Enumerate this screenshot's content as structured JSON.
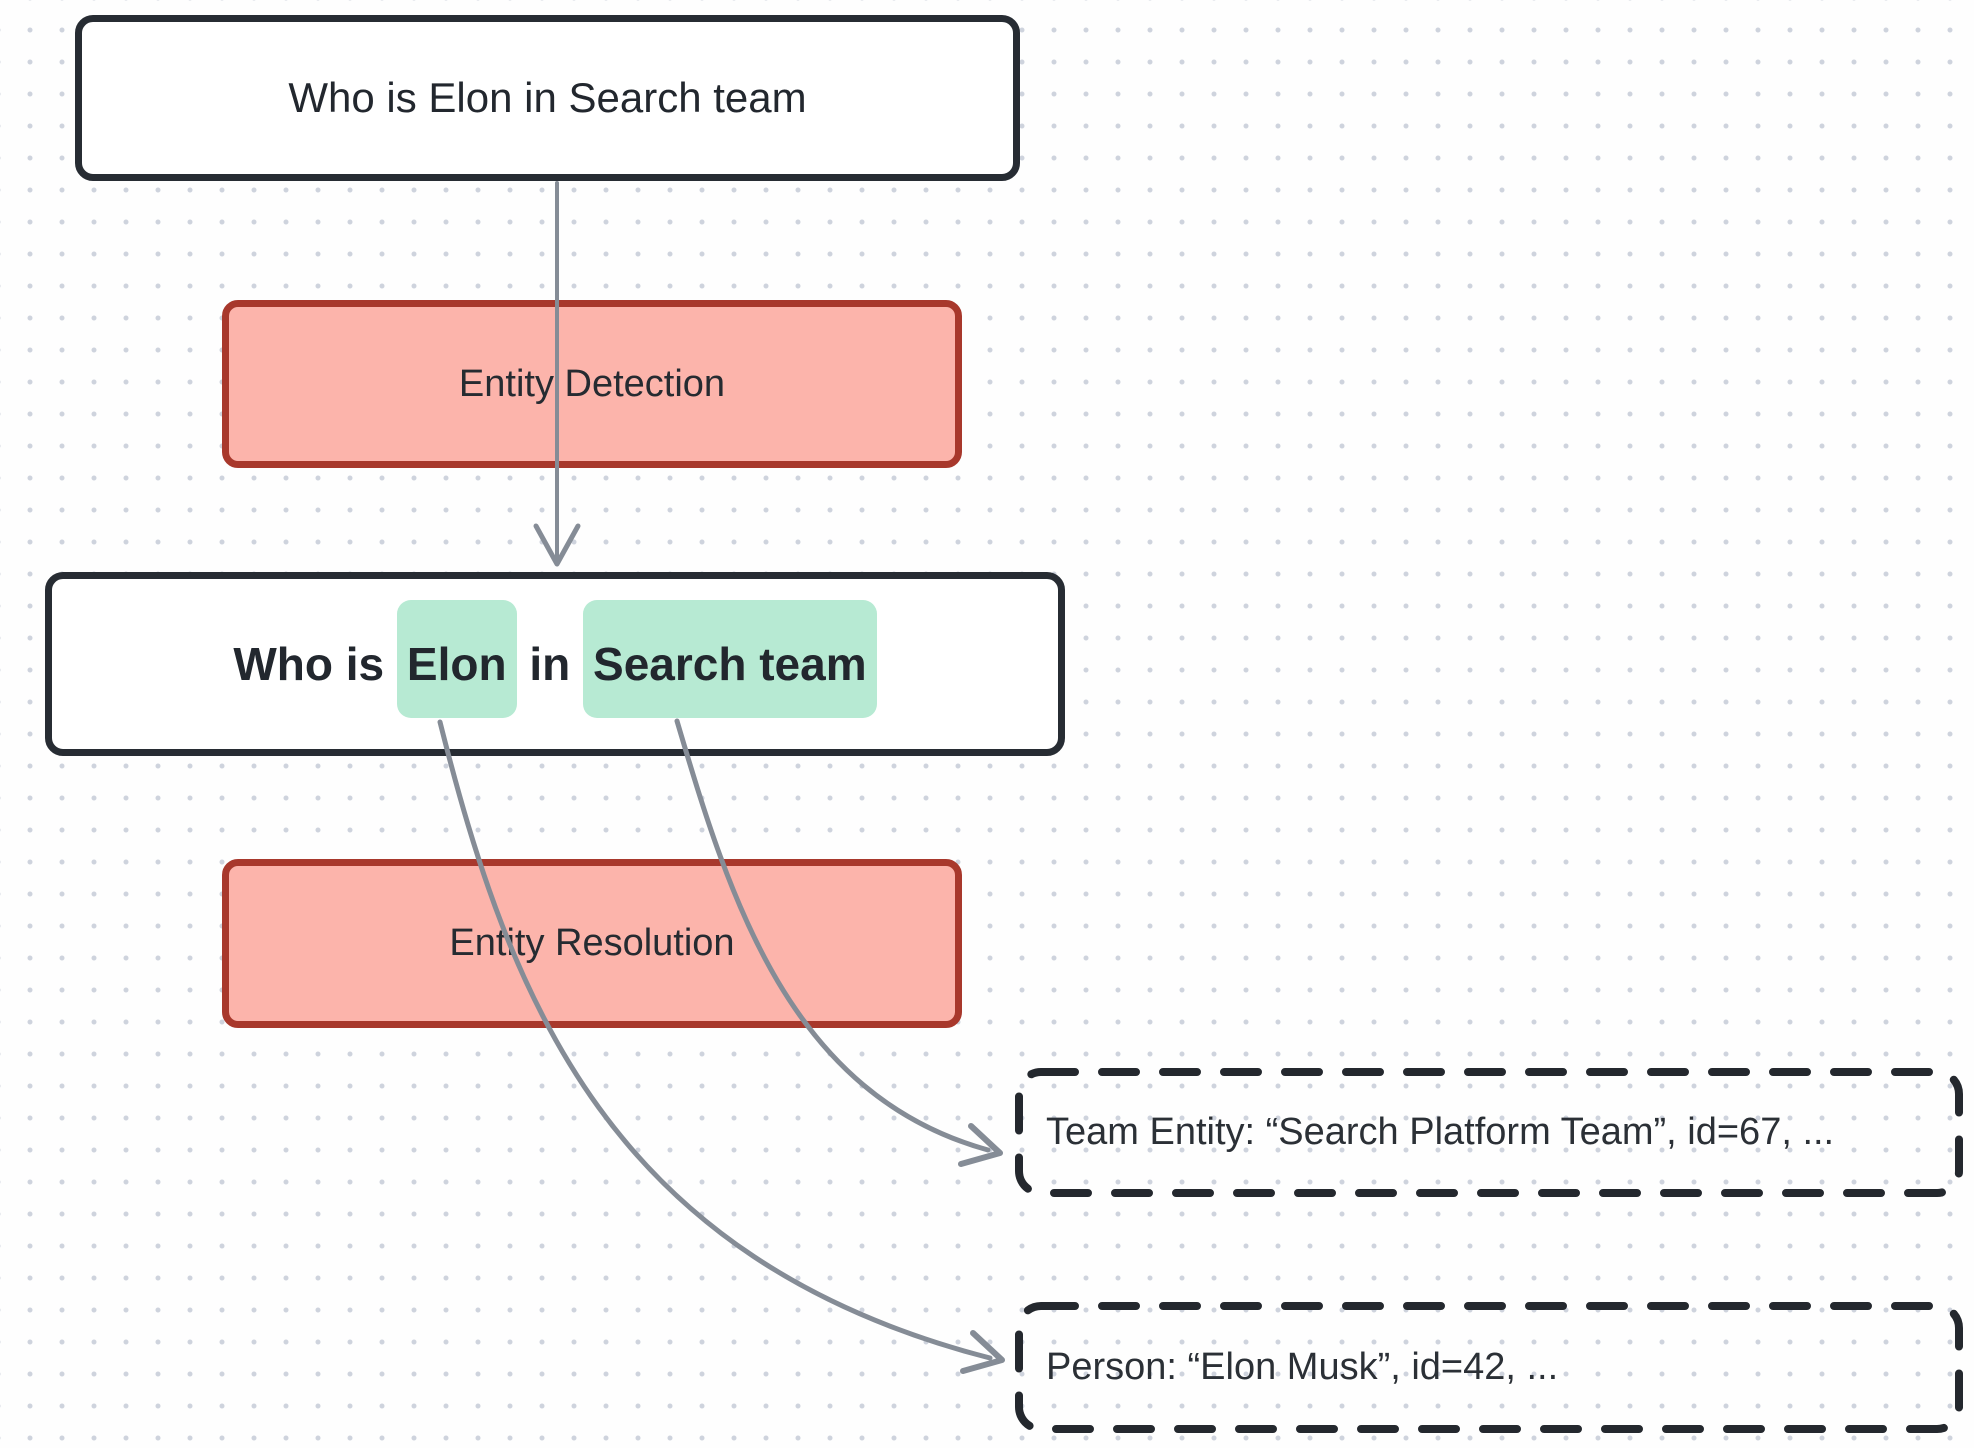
{
  "diagram": {
    "title_hint": "entity detection and resolution flow",
    "query_original": {
      "text": "Who is Elon in Search team"
    },
    "stage_detection": {
      "label": "Entity Detection"
    },
    "query_annotated": {
      "prefix": "Who is ",
      "entity_person": "Elon",
      "middle": " in ",
      "entity_team": "Search team"
    },
    "stage_resolution": {
      "label": "Entity Resolution"
    },
    "result_team": {
      "text": "Team Entity: “Search Platform Team”, id=67, ..."
    },
    "result_person": {
      "text": "Person: “Elon Musk”, id=42, ..."
    },
    "colors": {
      "node_border_dark": "#272c33",
      "stage_fill": "#fcb4ab",
      "stage_border": "#a8382c",
      "entity_highlight": "#b7ead3",
      "arrow": "#858c96",
      "text": "#22272e",
      "grid_dot": "#ced3dd",
      "background": "#fefefe"
    }
  }
}
